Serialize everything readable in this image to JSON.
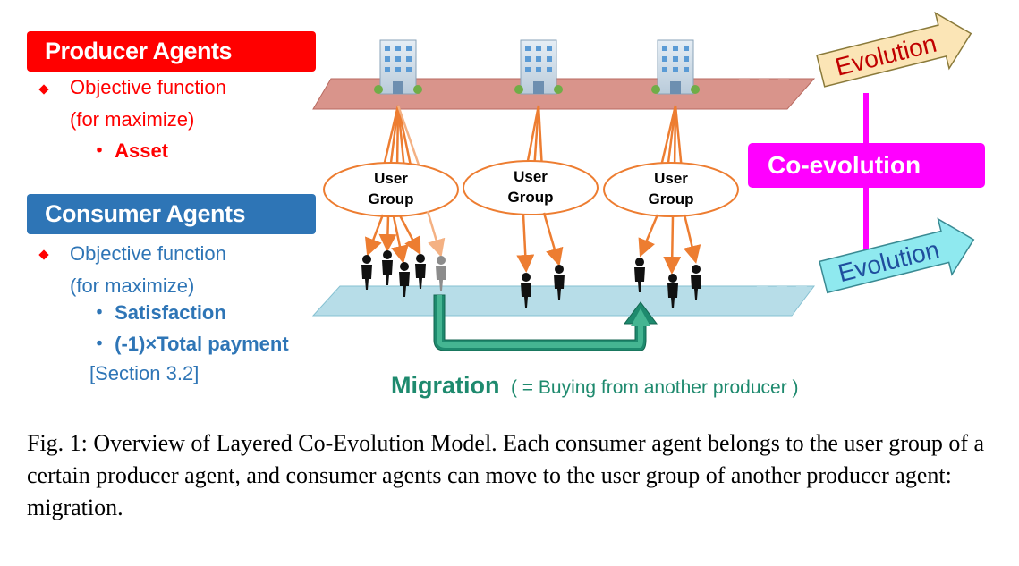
{
  "producer": {
    "title": "Producer Agents",
    "bullet": "Objective function",
    "bullet_cont": "(for maximize)",
    "items": [
      "・ Asset"
    ]
  },
  "consumer": {
    "title": "Consumer Agents",
    "bullet": "Objective function",
    "bullet_cont": "(for maximize)",
    "items": [
      "・ Satisfaction",
      "・ (-1)×Total payment"
    ],
    "note": "[Section 3.2]"
  },
  "user_groups": [
    {
      "line1": "User",
      "line2": "Group"
    },
    {
      "line1": "User",
      "line2": "Group"
    },
    {
      "line1": "User",
      "line2": "Group"
    }
  ],
  "evolution_top": "Evolution",
  "evolution_bottom": "Evolution",
  "coevolution": "Co-evolution",
  "migration": {
    "label": "Migration",
    "desc": "( = Buying from another producer )"
  },
  "caption": "Fig. 1: Overview of Layered Co-Evolution Model. Each consumer agent belongs to the user group of a certain producer agent, and consumer agents can move to the user group of another producer agent: migration.",
  "colors": {
    "producer": "#ff0000",
    "consumer_box": "#2e75b6",
    "consumer_text": "#2e75b6",
    "coevolution": "#ff00ff",
    "migration": "#1e8a6e",
    "arrow": "#ed7d31"
  }
}
